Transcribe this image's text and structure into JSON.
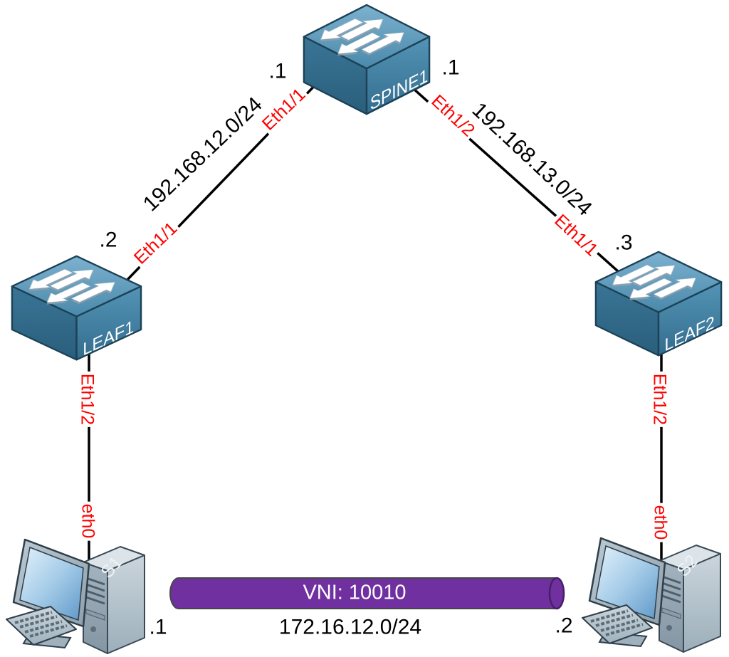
{
  "nodes": {
    "spine1": {
      "label": "SPINE1",
      "type": "switch"
    },
    "leaf1": {
      "label": "LEAF1",
      "type": "switch"
    },
    "leaf2": {
      "label": "LEAF2",
      "type": "switch"
    },
    "s1": {
      "label": "S1",
      "type": "workstation"
    },
    "s2": {
      "label": "S2",
      "type": "workstation"
    }
  },
  "links": {
    "leaf1_spine1": {
      "subnet": "192.168.12.0/24",
      "spine_if": "Eth1/1",
      "spine_ip": ".1",
      "leaf_if": "Eth1/1",
      "leaf_ip": ".2"
    },
    "spine1_leaf2": {
      "subnet": "192.168.13.0/24",
      "spine_if": "Eth1/2",
      "spine_ip": ".1",
      "leaf_if": "Eth1/1",
      "leaf_ip": ".3"
    },
    "leaf1_s1": {
      "leaf_if": "Eth1/2",
      "host_if": "eth0"
    },
    "leaf2_s2": {
      "leaf_if": "Eth1/2",
      "host_if": "eth0"
    }
  },
  "overlay_segment": {
    "vni": "VNI: 10010",
    "subnet": "172.16.12.0/24",
    "s1_ip": ".1",
    "s2_ip": ".2"
  },
  "colors": {
    "interface_label": "#ff0000",
    "link_line": "#000000",
    "vni_tube": "#7030a0",
    "switch_blue": "#4c8cae",
    "text": "#000000"
  }
}
